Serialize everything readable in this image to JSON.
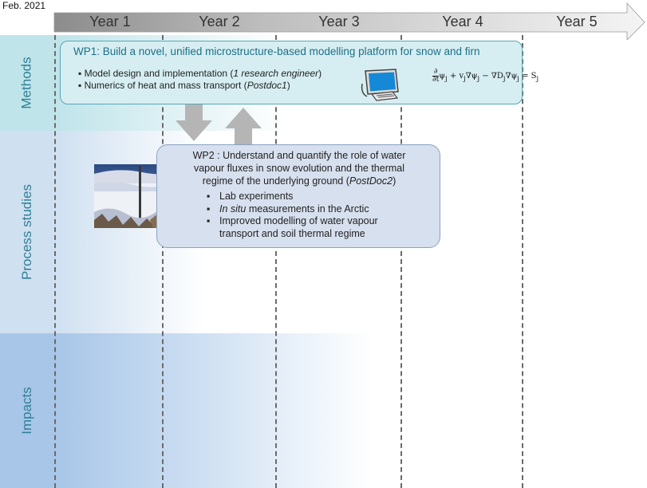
{
  "start_date": "Feb. 2021",
  "timeline": {
    "years": [
      "Year 1",
      "Year 2",
      "Year 3",
      "Year 4",
      "Year 5"
    ]
  },
  "rows": {
    "methods": "Methods",
    "process": "Process studies",
    "impacts": "Impacts"
  },
  "wp1": {
    "title": "WP1: Build a novel, unified microstructure-based modelling platform for snow and firn",
    "item1_prefix": "Model design and implementation (",
    "item1_em": "1 research engineer",
    "item1_suffix": ")",
    "item2_prefix": "Numerics of heat and mass transport (",
    "item2_em": "Postdoc1",
    "item2_suffix": ")"
  },
  "wp2": {
    "title_line1": "WP2 : Understand and quantify the role of water",
    "title_line2": "vapour fluxes in snow evolution and the thermal",
    "title_line3_prefix": "regime of the underlying ground (",
    "title_line3_em": "PostDoc2",
    "title_line3_suffix": ")",
    "item1": "Lab experiments",
    "item2_em": "In situ",
    "item2_rest": " measurements in the Arctic",
    "item3_line1": "Improved modelling of water vapour",
    "item3_line2": "transport and soil thermal regime"
  },
  "icons": [
    "computer-icon",
    "arrow-down-icon",
    "arrow-up-icon",
    "snow-photo"
  ],
  "colors": {
    "accent": "#2f7f96",
    "wp1_fill": "#d6eef2",
    "wp2_fill": "#d7e0ee",
    "arrow_gray": "#b5b5b5"
  }
}
